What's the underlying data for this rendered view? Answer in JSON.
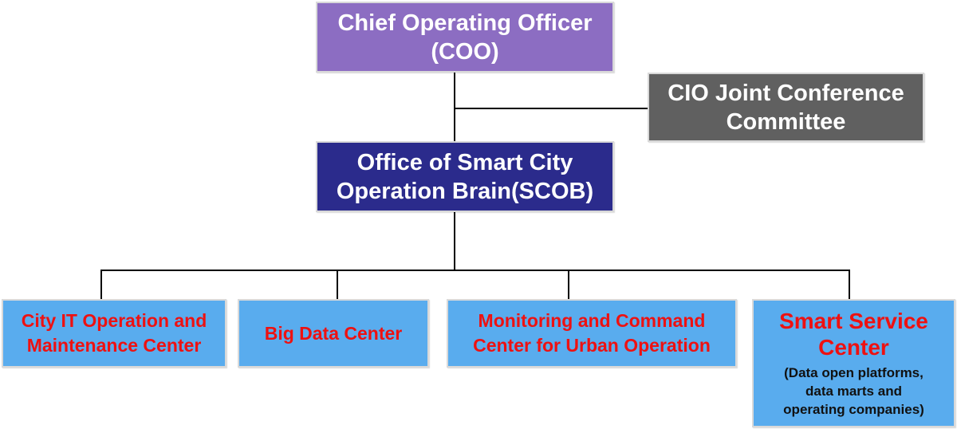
{
  "coo": {
    "line1": "Chief Operating Officer",
    "line2": "(COO)"
  },
  "cio": {
    "line1": "CIO Joint Conference",
    "line2": "Committee"
  },
  "scob": {
    "line1": "Office of Smart City",
    "line2": "Operation Brain(SCOB)"
  },
  "departments": [
    {
      "line1": "City IT Operation and",
      "line2": "Maintenance Center"
    },
    {
      "line1": "Big Data Center"
    },
    {
      "line1": "Monitoring and Command",
      "line2": "Center for Urban Operation"
    },
    {
      "line1": "Smart Service",
      "line2": "Center",
      "sub1": "(Data open platforms,",
      "sub2": "data marts and",
      "sub3": "operating companies)"
    }
  ],
  "colors": {
    "coo": "#8c6dc2",
    "cio": "#606060",
    "scob": "#2b2b8c",
    "department": "#59acee",
    "department_text": "#ee1111"
  }
}
